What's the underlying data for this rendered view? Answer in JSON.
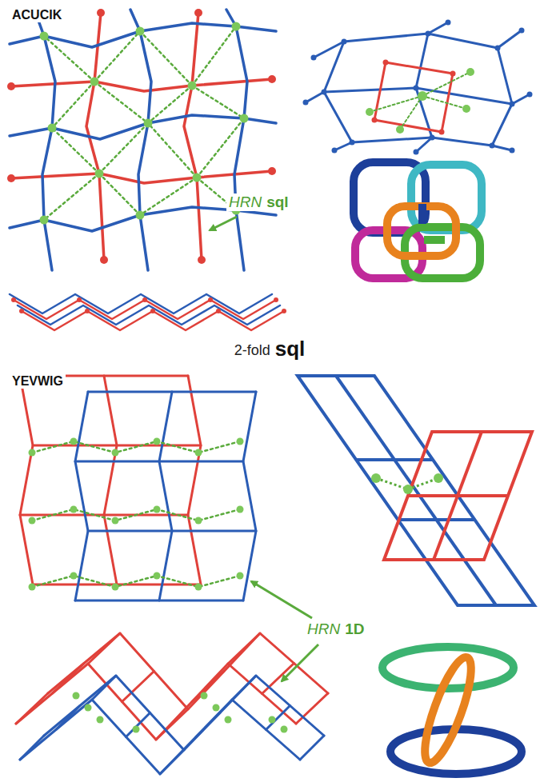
{
  "diagram": {
    "labels": [
      "ACUCIK",
      "HRN",
      "sql",
      "2-fold",
      "sql",
      "YEVWIG",
      "HRN",
      "1D"
    ]
  }
}
